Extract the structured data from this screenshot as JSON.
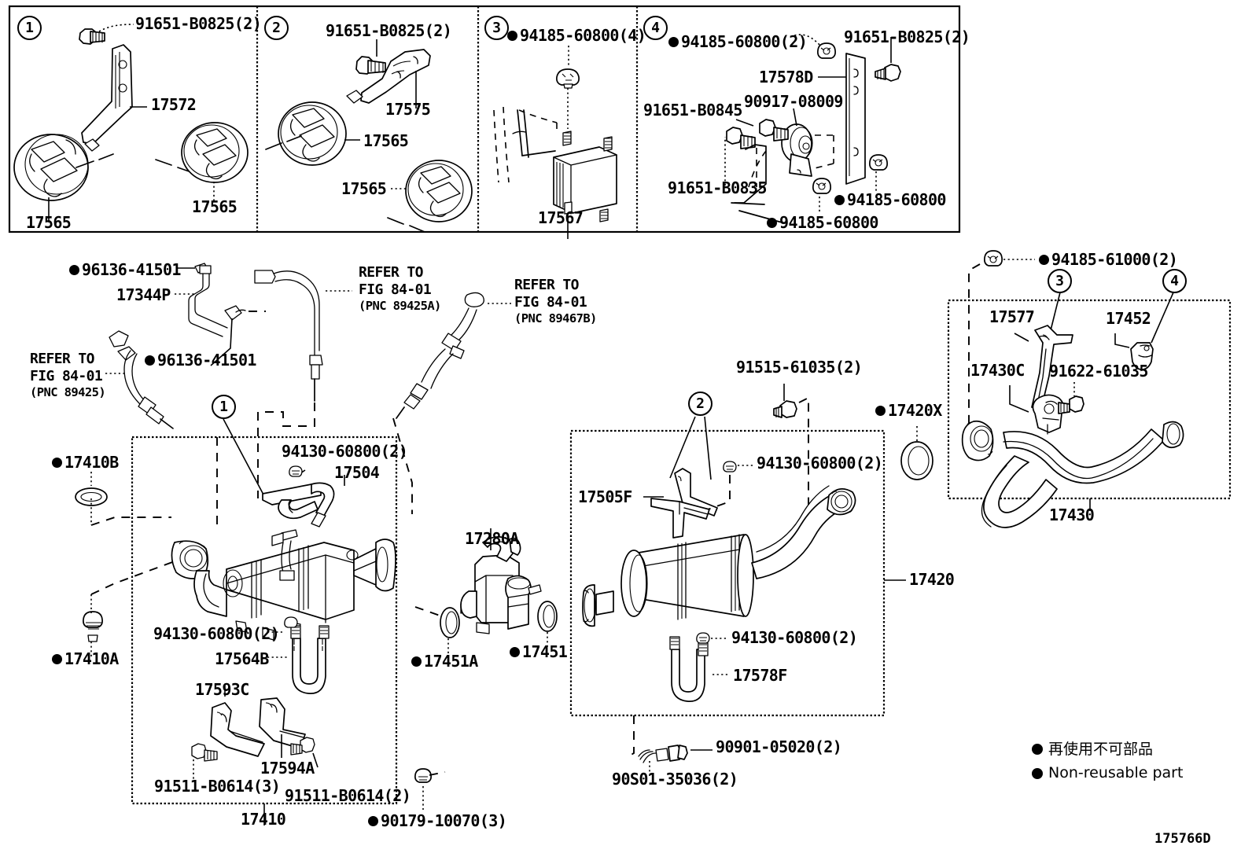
{
  "diagram": {
    "id_code": "175766D",
    "legend": {
      "japanese": "再使用不可部品",
      "english": "Non-reusable part"
    }
  },
  "top_panels": [
    {
      "number": "1",
      "labels": [
        {
          "key": "bolt",
          "text": "91651-B0825(2)",
          "dot": false
        },
        {
          "key": "bracket",
          "text": "17572",
          "dot": false
        },
        {
          "key": "insulator_left",
          "text": "17565",
          "dot": false
        },
        {
          "key": "insulator_right",
          "text": "17565",
          "dot": false
        }
      ]
    },
    {
      "number": "2",
      "labels": [
        {
          "key": "bolt",
          "text": "91651-B0825(2)",
          "dot": false
        },
        {
          "key": "bracket",
          "text": "17575",
          "dot": false
        },
        {
          "key": "insulator_upper",
          "text": "17565",
          "dot": false
        },
        {
          "key": "insulator_lower",
          "text": "17565",
          "dot": false
        }
      ]
    },
    {
      "number": "3",
      "labels": [
        {
          "key": "nut",
          "text": "94185-60800(4)",
          "dot": true
        },
        {
          "key": "support",
          "text": "17567",
          "dot": false
        }
      ]
    },
    {
      "number": "4",
      "labels": [
        {
          "key": "nut_top",
          "text": "94185-60800(2)",
          "dot": true
        },
        {
          "key": "bolt_top_right",
          "text": "91651-B0825(2)",
          "dot": false
        },
        {
          "key": "bracket",
          "text": "17578D",
          "dot": false
        },
        {
          "key": "cushion",
          "text": "90917-08009",
          "dot": false
        },
        {
          "key": "bolt_left",
          "text": "91651-B0845",
          "dot": false
        },
        {
          "key": "bolt_lower_left",
          "text": "91651-B0835",
          "dot": false
        },
        {
          "key": "nut_right",
          "text": "94185-60800",
          "dot": true
        },
        {
          "key": "nut_bottom",
          "text": "94185-60800",
          "dot": true
        }
      ]
    }
  ],
  "main": {
    "sensor_area": {
      "clamp_top": {
        "text": "96136-41501",
        "dot": true
      },
      "pipe_label": {
        "text": "17344P",
        "dot": false
      },
      "clamp_mid": {
        "text": "96136-41501",
        "dot": true
      },
      "refer_left": {
        "line1": "REFER TO",
        "line2": "FIG 84-01",
        "line3": "(PNC 89425)"
      },
      "refer_center": {
        "line1": "REFER TO",
        "line2": "FIG 84-01",
        "line3": "(PNC 89425A)"
      },
      "refer_right": {
        "line1": "REFER TO",
        "line2": "FIG 84-01",
        "line3": "(PNC 89467B)"
      }
    },
    "converter_box": {
      "assembly_label": "17410",
      "callout": "1",
      "labels": [
        {
          "key": "gasket_b",
          "text": "17410B",
          "dot": true
        },
        {
          "key": "nut_a",
          "text": "17410A",
          "dot": true
        },
        {
          "key": "nut_17504",
          "text": "94130-60800(2)",
          "dot": false
        },
        {
          "key": "insulator_17504",
          "text": "17504",
          "dot": false
        },
        {
          "key": "nut_17564b",
          "text": "94130-60800(2)",
          "dot": false
        },
        {
          "key": "clamp_17564b",
          "text": "17564B",
          "dot": false
        },
        {
          "key": "cover_17593c",
          "text": "17593C",
          "dot": false
        },
        {
          "key": "cover_17594a",
          "text": "17594A",
          "dot": false
        },
        {
          "key": "bolt_3",
          "text": "91511-B0614(3)",
          "dot": false
        },
        {
          "key": "bolt_2",
          "text": "91511-B0614(2)",
          "dot": false
        }
      ]
    },
    "valve": {
      "assembly": {
        "text": "17280A",
        "dot": false
      },
      "gasket_left": {
        "text": "17451A",
        "dot": true
      },
      "gasket_right": {
        "text": "17451",
        "dot": true
      }
    },
    "nut_bottom_center": {
      "text": "90179-10070(3)",
      "dot": true
    },
    "muffler_box": {
      "assembly_label": "17420",
      "callout": "2",
      "labels": [
        {
          "key": "bolt_91515",
          "text": "91515-61035(2)",
          "dot": false
        },
        {
          "key": "nut_top",
          "text": "94130-60800(2)",
          "dot": false
        },
        {
          "key": "bracket_17505f",
          "text": "17505F",
          "dot": false
        },
        {
          "key": "nut_bottom",
          "text": "94130-60800(2)",
          "dot": false
        },
        {
          "key": "clamp_17578f",
          "text": "17578F",
          "dot": false
        }
      ],
      "gasket_x": {
        "text": "17420X",
        "dot": true
      },
      "bolt_90901": {
        "text": "90901-05020(2)",
        "dot": false
      },
      "bolt_90s01": {
        "text": "90S01-35036(2)",
        "dot": false
      }
    },
    "tailpipe_box": {
      "assembly_label": "17430",
      "callout_3": "3",
      "callout_4": "4",
      "labels": [
        {
          "key": "nut_94185",
          "text": "94185-61000(2)",
          "dot": true
        },
        {
          "key": "bracket_17577",
          "text": "17577",
          "dot": false
        },
        {
          "key": "clamp_17452",
          "text": "17452",
          "dot": false
        },
        {
          "key": "support_17430c",
          "text": "17430C",
          "dot": false
        },
        {
          "key": "bolt_91622",
          "text": "91622-61035",
          "dot": false
        }
      ]
    }
  }
}
